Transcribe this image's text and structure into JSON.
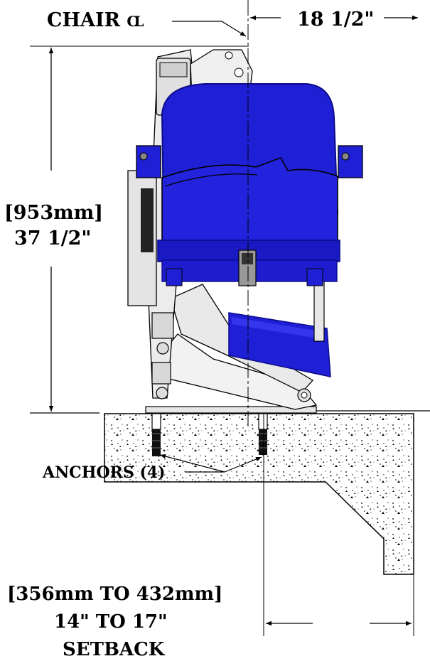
{
  "labels": {
    "chair_centerline": "CHAIR ",
    "centerline_symbol": "CL",
    "width_dimension": "18 1/2\"",
    "height_metric": "[953mm]",
    "height_imperial": "37 1/2\"",
    "anchors": "ANCHORS (4)",
    "setback_metric": "[356mm TO 432mm]",
    "setback_imperial": "14\" TO 17\"",
    "setback_word": "SETBACK"
  },
  "colors": {
    "seat_blue": "#1f1fd6",
    "seat_blue_dark": "#0c0c8a",
    "line": "#000000",
    "metal_gray": "#d9d9d9",
    "concrete": "#ffffff"
  }
}
